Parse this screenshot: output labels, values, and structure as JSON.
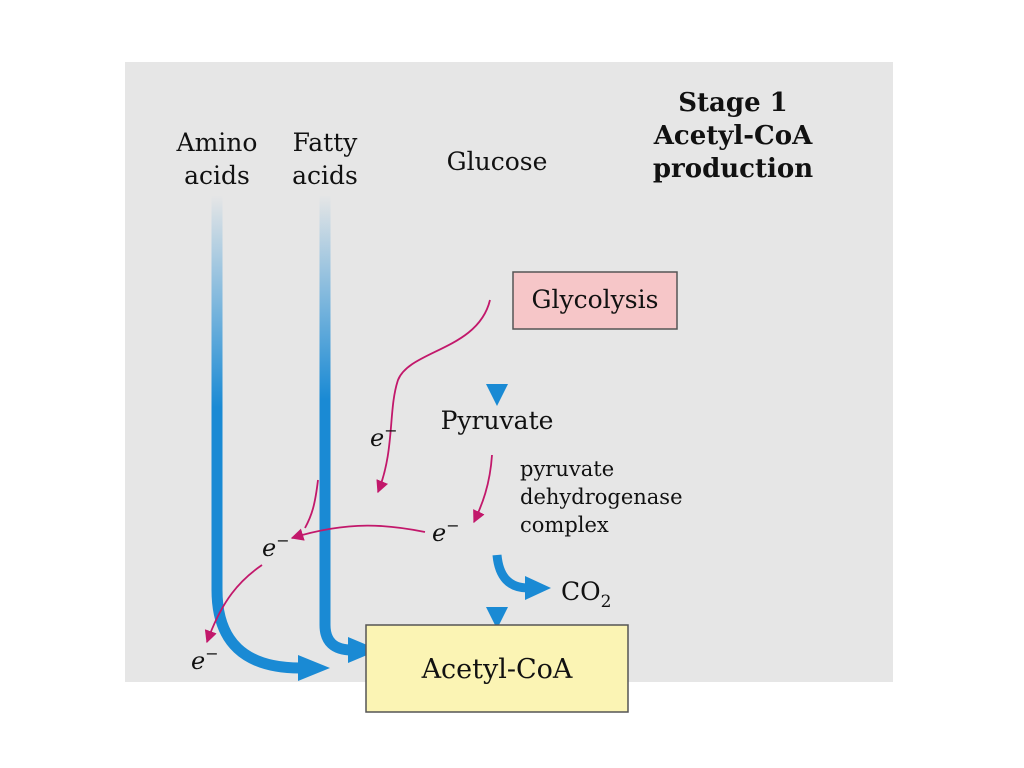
{
  "stage": {
    "line1": "Stage 1",
    "line2": "Acetyl-CoA",
    "line3": "production"
  },
  "sources": {
    "amino_line1": "Amino",
    "amino_line2": "acids",
    "fatty_line1": "Fatty",
    "fatty_line2": "acids",
    "glucose": "Glucose"
  },
  "glycolysis": "Glycolysis",
  "pyruvate": "Pyruvate",
  "enzyme": {
    "line1": "pyruvate",
    "line2": "dehydrogenase",
    "line3": "complex"
  },
  "co2": {
    "base": "CO",
    "sub": "2"
  },
  "acetyl_coa": "Acetyl-CoA",
  "electron": {
    "base": "e",
    "sup": "−"
  },
  "colors": {
    "panel": "#e6e6e6",
    "blue": "#1a8ad4",
    "magenta": "#c2186b",
    "glycolysis_box": "#f6c6c8",
    "acetyl_box": "#fbf4b4"
  }
}
